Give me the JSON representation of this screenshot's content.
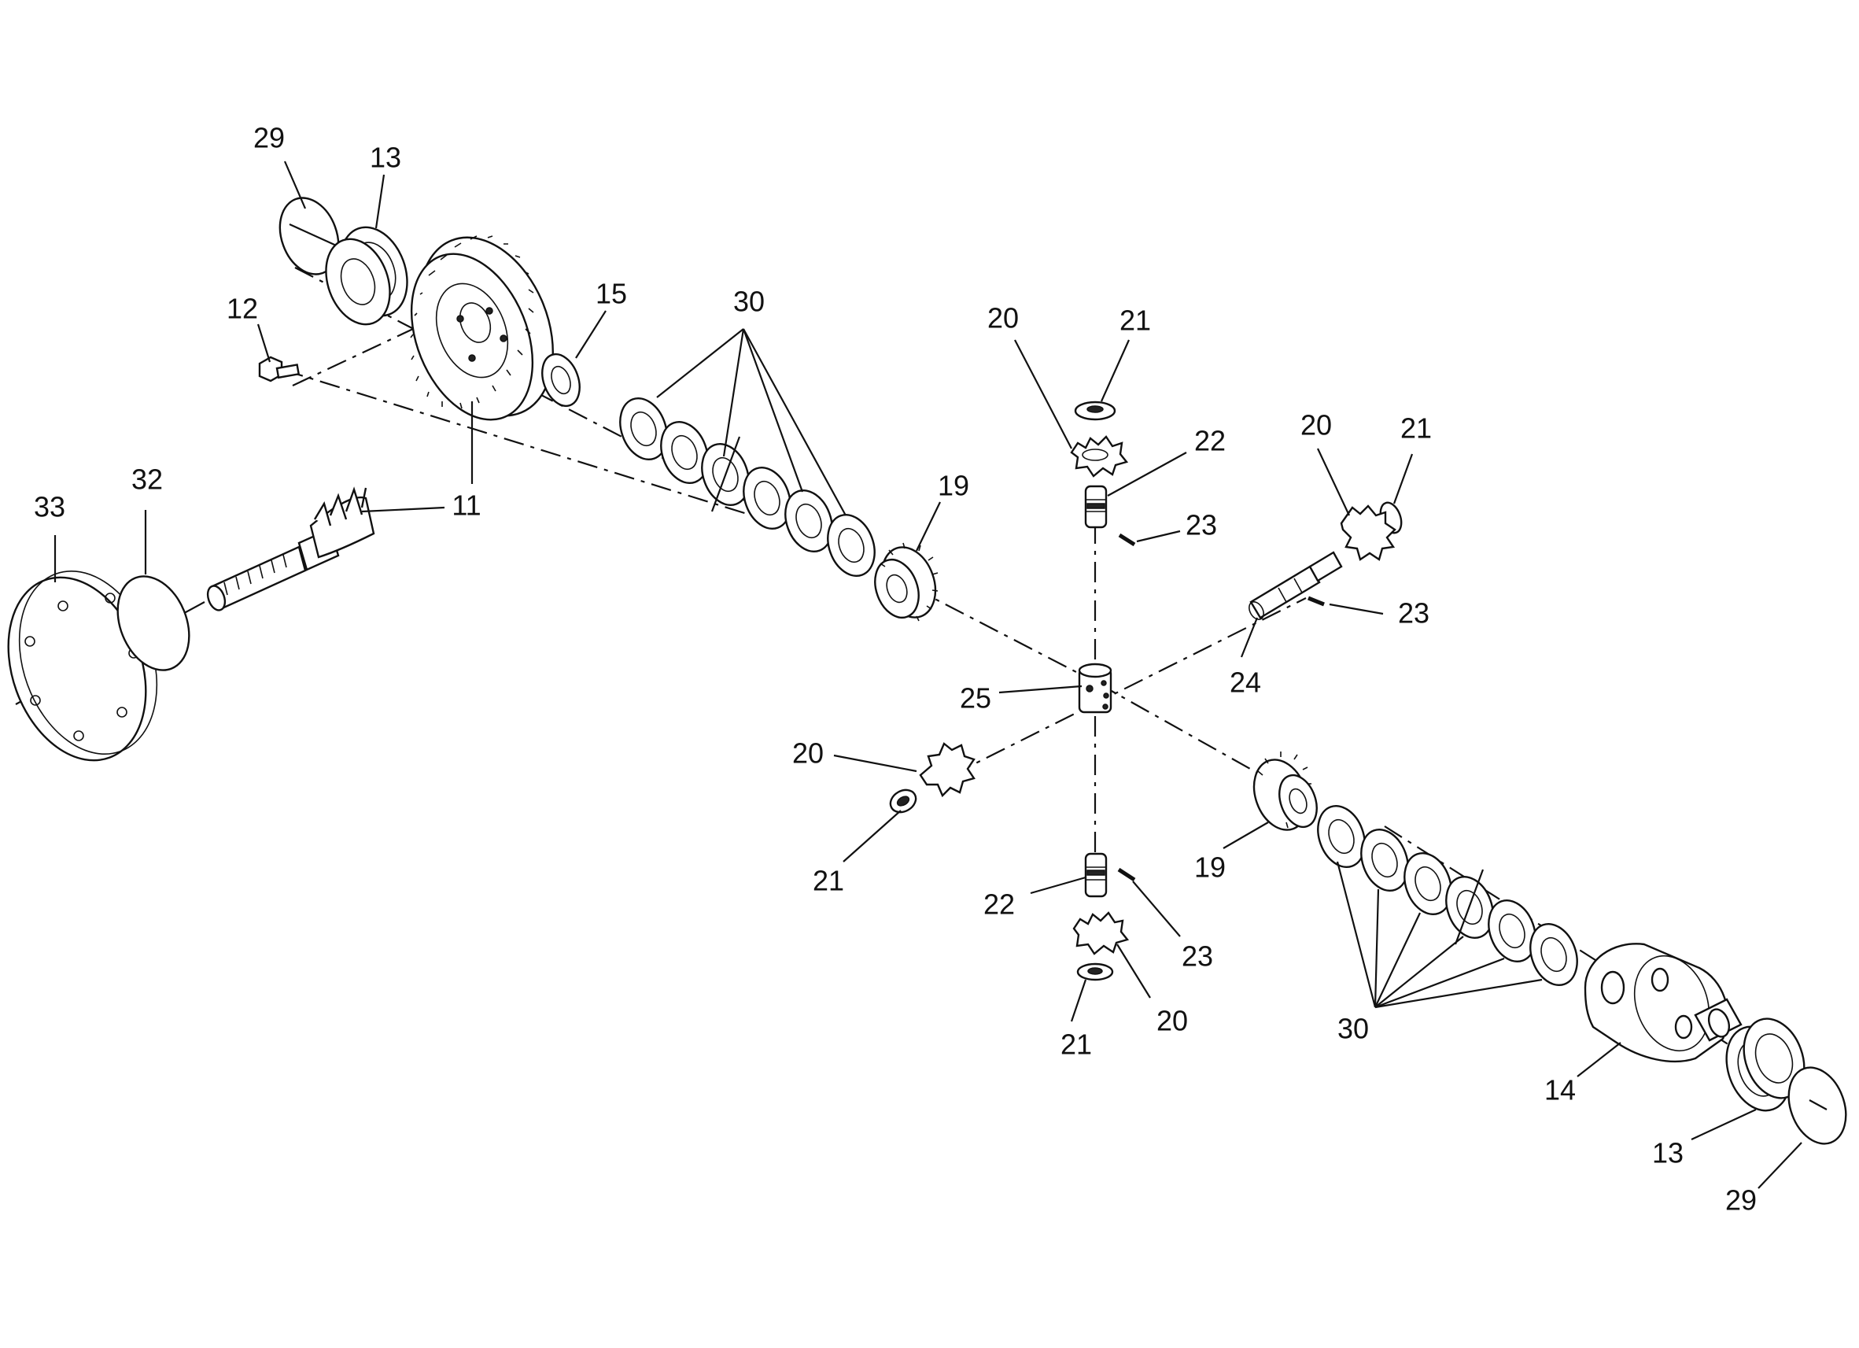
{
  "diagram": {
    "colors": {
      "ink": "#111111",
      "background": "#ffffff"
    },
    "callouts": [
      "29",
      "13",
      "12",
      "15",
      "30",
      "11",
      "33",
      "32",
      "19",
      "20",
      "21",
      "22",
      "23",
      "20",
      "21",
      "23",
      "24",
      "25",
      "20",
      "21",
      "22",
      "23",
      "21",
      "20",
      "19",
      "30",
      "14",
      "13",
      "29"
    ]
  }
}
